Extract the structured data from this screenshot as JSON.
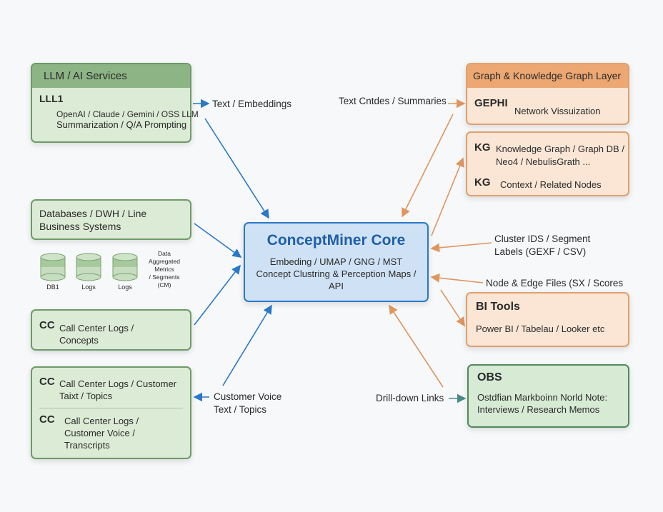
{
  "colors": {
    "green": "#6f9a68",
    "orange": "#e0a070",
    "blue": "#2a78c8",
    "core_fill": "#cfe2f5"
  },
  "llm": {
    "title": "LLM / AI Services",
    "code": "LLL1",
    "line1": "OpenAI / Claude / Gemini / OSS LLM",
    "line2": "Summarization / Q/A Prompting"
  },
  "db": {
    "title1": "Databases / DWH / Line",
    "title2": "Business Systems",
    "cylinders": [
      "DB1",
      "Logs",
      "Logs"
    ],
    "note": [
      "Data",
      "Aggregated",
      "Metrics",
      "/ Segments",
      "(CM)"
    ]
  },
  "cc1": {
    "code": "CC",
    "line1": "Call Center Logs /",
    "line2": "Concepts"
  },
  "cc2": {
    "a_code": "CC",
    "a_line1": "Call Center Logs / Customer",
    "a_line2": "Taixt / Topics",
    "b_code": "CC",
    "b_line1": "Call Center Logs /",
    "b_line2": "Customer Voice /",
    "b_line3": "Transcripts"
  },
  "core": {
    "title": "ConceptMiner Core",
    "line1": "Embeding / UMAP / GNG / MST",
    "line2": "Concept Clustring & Perception Maps /",
    "line3": "API"
  },
  "graph": {
    "title": "Graph & Knowledge Graph Layer",
    "code": "GEPHI",
    "desc": "Network Vissuization"
  },
  "kg": {
    "code1": "KG",
    "line1": "Knowledge Graph / Graph DB /",
    "line2": "Neo4 / NebulisGrath ...",
    "code2": "KG",
    "line3": "Context / Related Nodes"
  },
  "bi": {
    "title": "BI Tools",
    "desc": "Power BI / Tabelau / Looker etc"
  },
  "obs": {
    "title": "OBS",
    "line1": "Ostdfian Markboinn Norld Note:",
    "line2": "Interviews / Research Memos"
  },
  "labels": {
    "text_embeddings": "Text / Embeddings",
    "text_summaries": "Text Cntdes / Summaries",
    "cluster1": "Cluster IDS / Segment",
    "cluster2": "Labels (GEXF / CSV)",
    "node_edge": "Node & Edge Files (SX / Scores",
    "voice1": "Customer Voice",
    "voice2": "Text / Topics",
    "drill": "Drill-down Links"
  }
}
